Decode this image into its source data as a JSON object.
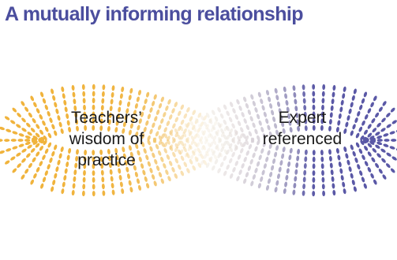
{
  "title": "A mutually informing relationship",
  "left_node": {
    "lines": [
      "Teachers’",
      "wisdom of",
      "practice"
    ]
  },
  "right_node": {
    "lines": [
      "Expert",
      "referenced"
    ]
  },
  "colors": {
    "title": "#4B4E9E",
    "left_loop": "#F0B33C",
    "right_loop": "#5A58A6",
    "blend": "#F7EFE0"
  }
}
